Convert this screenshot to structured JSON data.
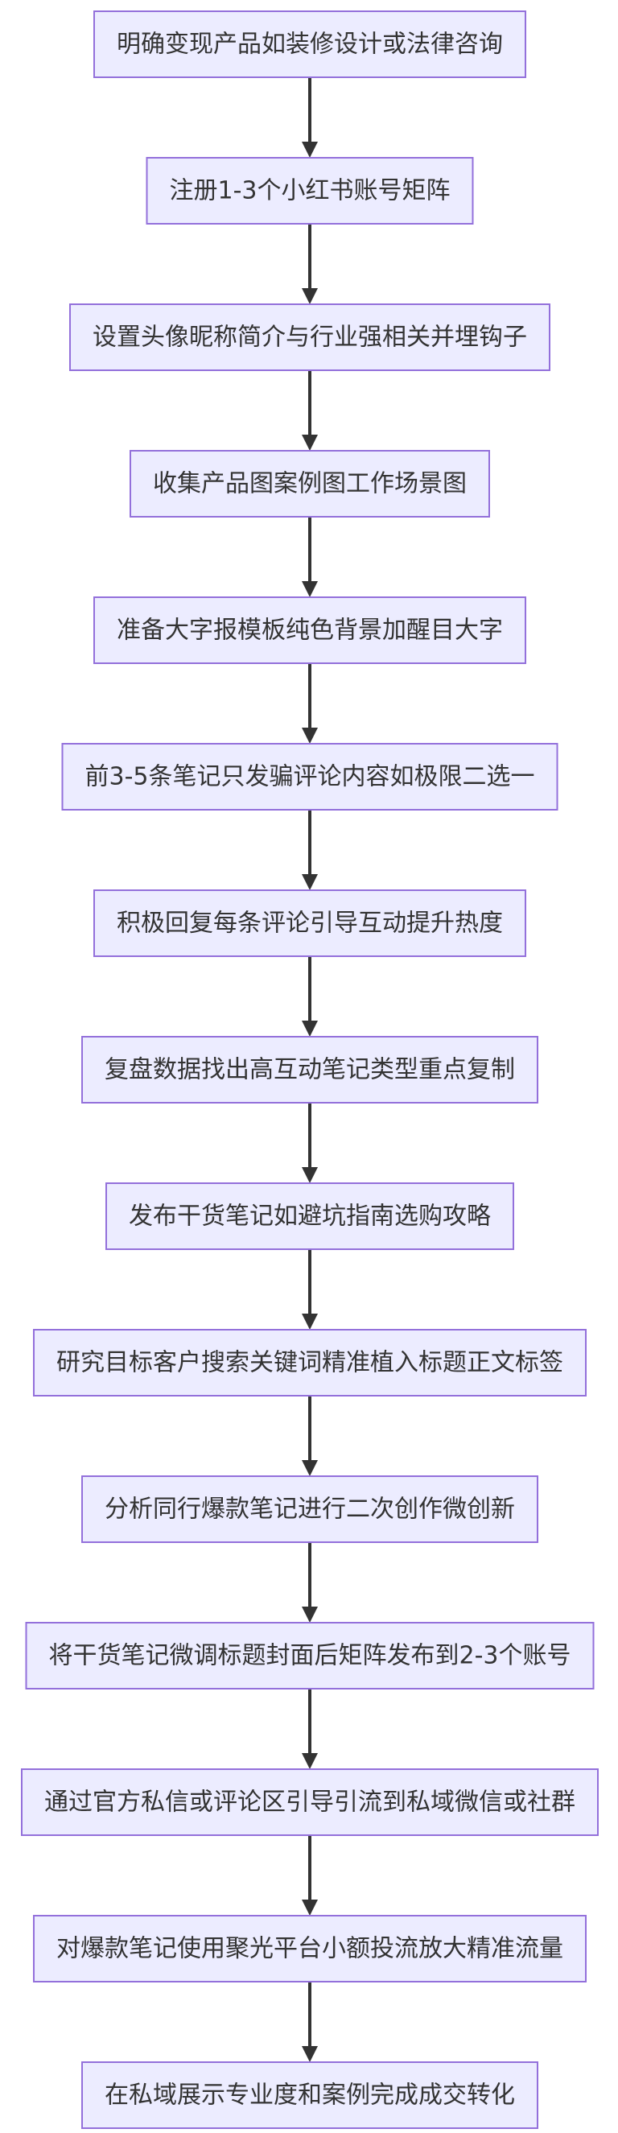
{
  "diagram": {
    "colors": {
      "node_fill": "#ececff",
      "node_stroke": "#9370db",
      "text": "#333333",
      "edge": "#333333",
      "background": "#ffffff"
    },
    "steps": [
      "明确变现产品如装修设计或法律咨询",
      "注册1-3个小红书账号矩阵",
      "设置头像昵称简介与行业强相关并埋钩子",
      "收集产品图案例图工作场景图",
      "准备大字报模板纯色背景加醒目大字",
      "前3-5条笔记只发骗评论内容如极限二选一",
      "积极回复每条评论引导互动提升热度",
      "复盘数据找出高互动笔记类型重点复制",
      "发布干货笔记如避坑指南选购攻略",
      "研究目标客户搜索关键词精准植入标题正文标签",
      "分析同行爆款笔记进行二次创作微创新",
      "将干货笔记微调标题封面后矩阵发布到2-3个账号",
      "通过官方私信或评论区引导引流到私域微信或社群",
      "对爆款笔记使用聚光平台小额投流放大精准流量",
      "在私域展示专业度和案例完成成交转化"
    ]
  }
}
